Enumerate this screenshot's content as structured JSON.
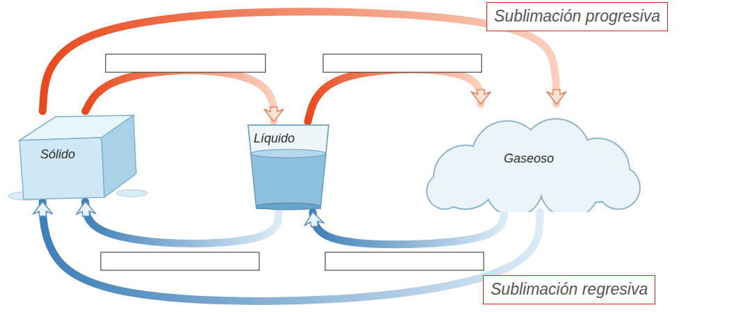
{
  "diagram": {
    "nodes": [
      {
        "text": [
          "Sólido"
        ]
      },
      {
        "text": [
          "Líquido"
        ]
      },
      {
        "text": [
          "Gaseoso"
        ]
      }
    ],
    "edges": [
      {
        "from": 0,
        "to": 1,
        "arrow": "to"
      },
      {
        "from": 1,
        "to": 2,
        "arrow": "to"
      },
      {
        "from": 0,
        "to": 2,
        "label": "Sublimación progresiva",
        "arrow": "to"
      },
      {
        "from": 2,
        "to": 1,
        "arrow": "to"
      },
      {
        "from": 1,
        "to": 0,
        "arrow": "to"
      },
      {
        "from": 2,
        "to": 0,
        "label": "Sublimación regresiva",
        "arrow": "to"
      }
    ]
  }
}
